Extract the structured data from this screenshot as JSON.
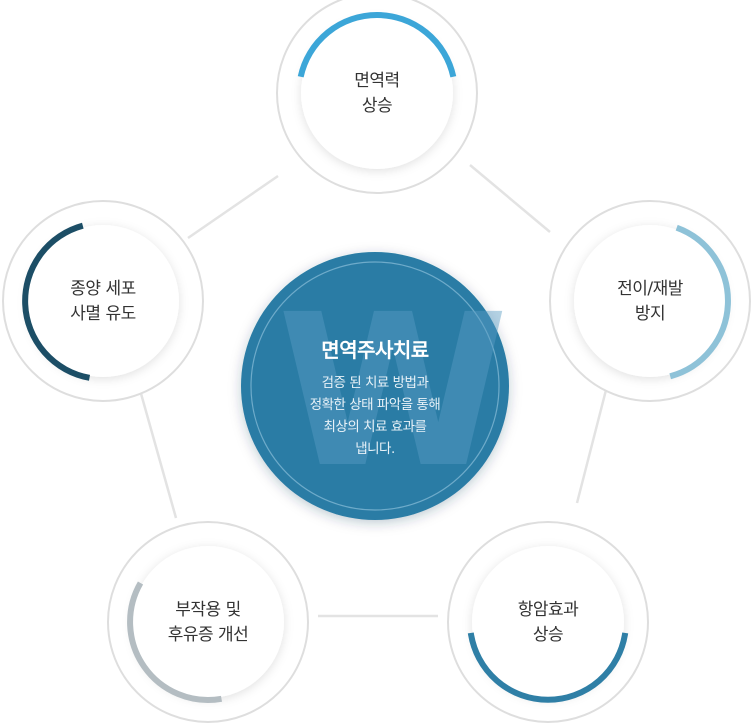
{
  "colors": {
    "connector": "#e3e3e3",
    "ring": "#dedede",
    "node_fill": "#ffffff",
    "center_fill": "#2a7ca5",
    "center_ring": "#7fb6d3",
    "watermark": "#5a9dc4"
  },
  "center": {
    "title": "면역주사치료",
    "desc_lines": [
      "검증 된 치료 방법과",
      "정확한 상태 파악을 통해",
      "최상의 치료 효과를",
      "냅니다."
    ],
    "watermark": "W"
  },
  "nodes": [
    {
      "lines": [
        "면역력",
        "상승"
      ],
      "accent": "#3ca6d8"
    },
    {
      "lines": [
        "전이/재발",
        "방지"
      ],
      "accent": "#8ec2d8"
    },
    {
      "lines": [
        "항암효과",
        "상승"
      ],
      "accent": "#2f7fa6"
    },
    {
      "lines": [
        "부작용 및",
        "후유증 개선"
      ],
      "accent": "#b4bdc2"
    },
    {
      "lines": [
        "종양 세포",
        "사멸 유도"
      ],
      "accent": "#1c4e66"
    }
  ]
}
